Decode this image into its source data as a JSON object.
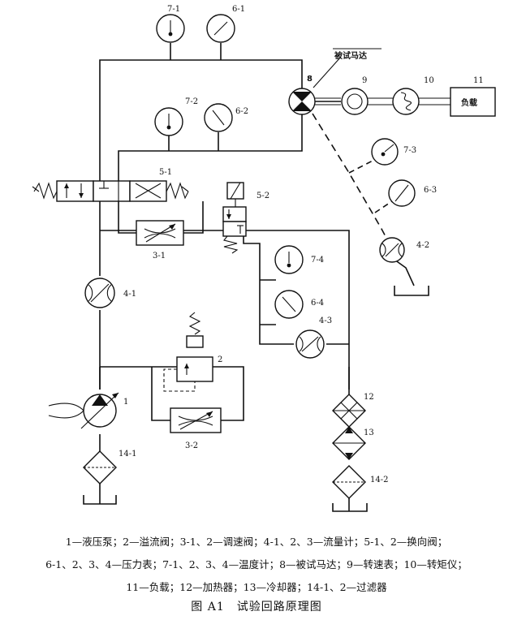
{
  "labels": {
    "p7_1": "7-1",
    "p6_1": "6-1",
    "p7_2": "7-2",
    "p6_2": "6-2",
    "p7_3": "7-3",
    "p6_3": "6-3",
    "p7_4": "7-4",
    "p6_4": "6-4",
    "v5_1": "5-1",
    "v5_2": "5-2",
    "v3_1": "3-1",
    "v3_2": "3-2",
    "f4_1": "4-1",
    "f4_2": "4-2",
    "f4_3": "4-3",
    "c1": "1",
    "c2": "2",
    "c8": "8",
    "c9": "9",
    "c10": "10",
    "c11": "11",
    "c12": "12",
    "c13": "13",
    "f14_1": "14-1",
    "f14_2": "14-2",
    "motor_under_test": "被试马达",
    "load": "负载"
  },
  "legend": {
    "line1": "1—液压泵；2—溢流阀；3-1、2—调速阀；4-1、2、3—流量计；5-1、2—换向阀；",
    "line2": "6-1、2、3、4—压力表；7-1、2、3、4—温度计；8—被试马达；9—转速表；10—转矩仪；",
    "line3": "11—负载；12—加热器；13—冷却器；14-1、2—过滤器"
  },
  "caption": "图 A1　试验回路原理图"
}
